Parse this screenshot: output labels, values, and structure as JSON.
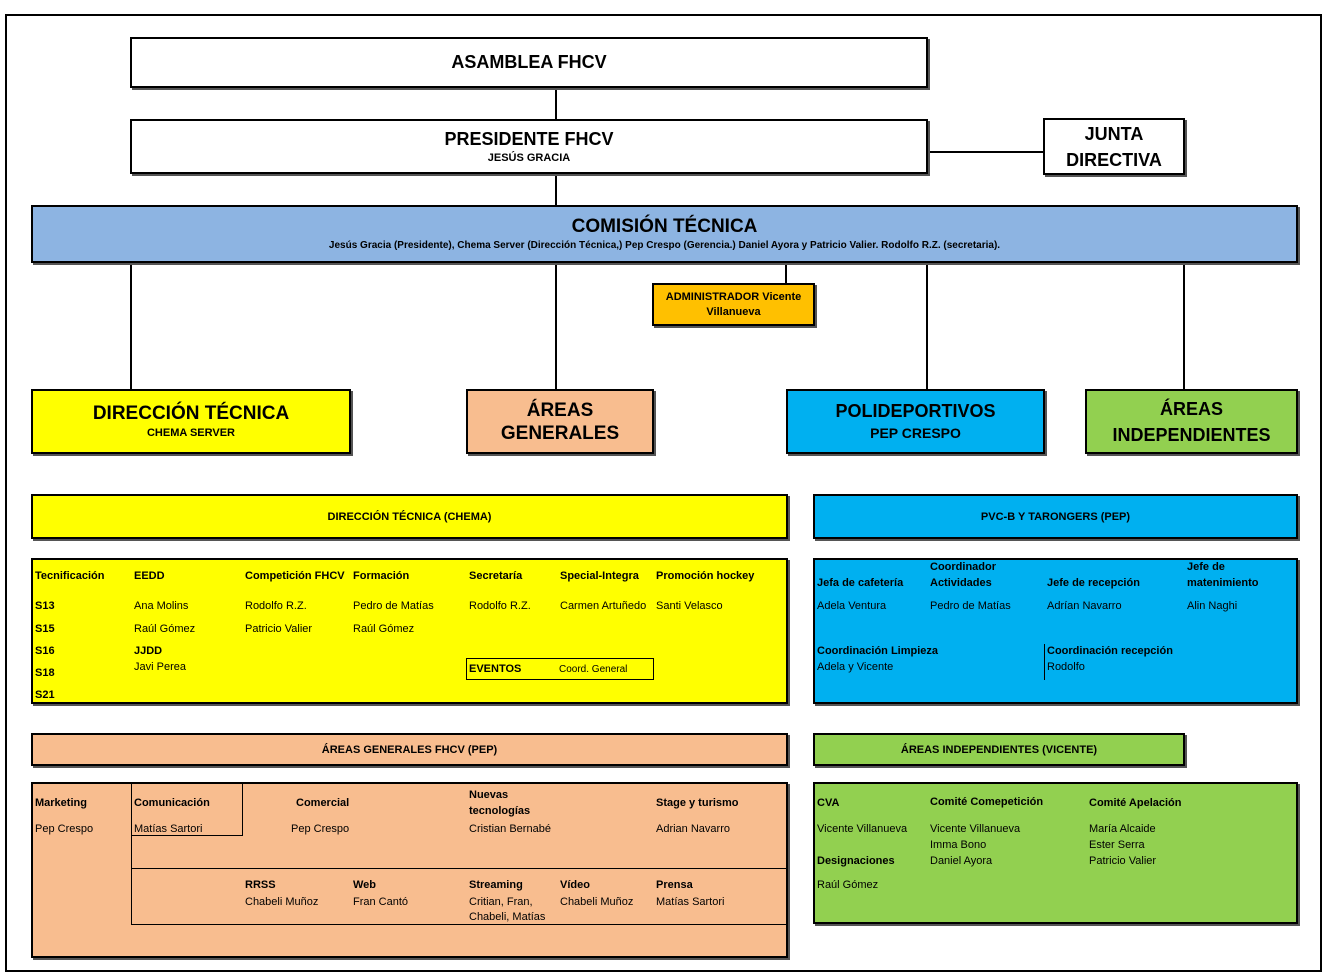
{
  "colors": {
    "comision": "#8db4e2",
    "yellow": "#ffff00",
    "peach": "#f8bd8f",
    "blue": "#00b0f0",
    "green": "#92d050",
    "orange": "#ffc000"
  },
  "top": {
    "asamblea": "ASAMBLEA FHCV",
    "presidente": "PRESIDENTE FHCV",
    "presidente_name": "JESÚS GRACIA",
    "junta_line1": "JUNTA",
    "junta_line2": "DIRECTIVA",
    "comision": "COMISIÓN TÉCNICA",
    "comision_members": "Jesús Gracia (Presidente), Chema Server (Dirección Técnica,) Pep Crespo (Gerencia.) Daniel Ayora y Patricio Valier. Rodolfo R.Z. (secretaria).",
    "admin_line1": "ADMINISTRADOR Vicente",
    "admin_line2": "Villanueva"
  },
  "areas": {
    "direccion": "DIRECCIÓN TÉCNICA",
    "direccion_name": "CHEMA SERVER",
    "generales": "ÁREAS GENERALES",
    "poli": "POLIDEPORTIVOS",
    "poli_name": "PEP CRESPO",
    "indep_line1": "ÁREAS",
    "indep_line2": "INDEPENDIENTES"
  },
  "dt": {
    "header": "DIRECCIÓN TÉCNICA (CHEMA)",
    "headers": [
      "Tecnificación",
      "EEDD",
      "Competición FHCV",
      "Formación",
      "Secretaría",
      "Special-Integra",
      "Promoción hockey"
    ],
    "categories": [
      "S13",
      "S15",
      "S16",
      "S18",
      "S21"
    ],
    "eedd": [
      "Ana Molins",
      "Raúl Gómez"
    ],
    "jjdd": "JJDD",
    "jjdd_name": "Javi Perea",
    "competicion": [
      "Rodolfo R.Z.",
      "Patricio Valier"
    ],
    "formacion": [
      "Pedro de Matías",
      "Raúl Gómez"
    ],
    "secretaria": "Rodolfo R.Z.",
    "special": "Carmen Artuñedo",
    "promocion": "Santi Velasco",
    "eventos": "EVENTOS",
    "eventos_role": "Coord. General"
  },
  "pvc": {
    "header": "PVC-B Y TARONGERS (PEP)",
    "c1_title": "Jefa de cafetería",
    "c1_name": "Adela Ventura",
    "c2_title1": "Coordinador",
    "c2_title2": "Actividades",
    "c2_name": "Pedro de Matías",
    "c3_title": "Jefe de recepción",
    "c3_name": "Adrían Navarro",
    "c4_title1": "Jefe de",
    "c4_title2": "matenimiento",
    "c4_name": "Alin Naghi",
    "limp_title": "Coordinación Limpieza",
    "limp_name": "Adela y Vicente",
    "recep_title": "Coordinación recepción",
    "recep_name": "Rodolfo"
  },
  "ag": {
    "header": "ÁREAS GENERALES FHCV (PEP)",
    "marketing": "Marketing",
    "marketing_name": "Pep Crespo",
    "comunicacion": "Comunicación",
    "comunicacion_name": "Matías Sartori",
    "comercial": "Comercial",
    "comercial_name": "Pep Crespo",
    "nuevas1": "Nuevas",
    "nuevas2": "tecnologías",
    "nuevas_name": "Cristian Bernabé",
    "stage": "Stage y turismo",
    "stage_name": "Adrian Navarro",
    "rrss": "RRSS",
    "rrss_name": "Chabeli Muñoz",
    "web": "Web",
    "web_name": "Fran Cantó",
    "streaming": "Streaming",
    "streaming_name1": "Critian, Fran,",
    "streaming_name2": "Chabeli, Matías",
    "video": "Vídeo",
    "video_name": "Chabeli Muñoz",
    "prensa": "Prensa",
    "prensa_name": "Matías Sartori"
  },
  "ai": {
    "header": "ÁREAS INDEPENDIENTES (VICENTE)",
    "cva": "CVA",
    "cva_name": "Vicente Villanueva",
    "comp": "Comité Comepetición",
    "comp_names": [
      "Vicente Villanueva",
      "Imma Bono",
      "Daniel Ayora"
    ],
    "apel": "Comité Apelación",
    "apel_names": [
      "María Alcaide",
      "Ester Serra",
      "Patricio Valier"
    ],
    "desig": "Designaciones",
    "desig_name": "Raúl Gómez"
  }
}
